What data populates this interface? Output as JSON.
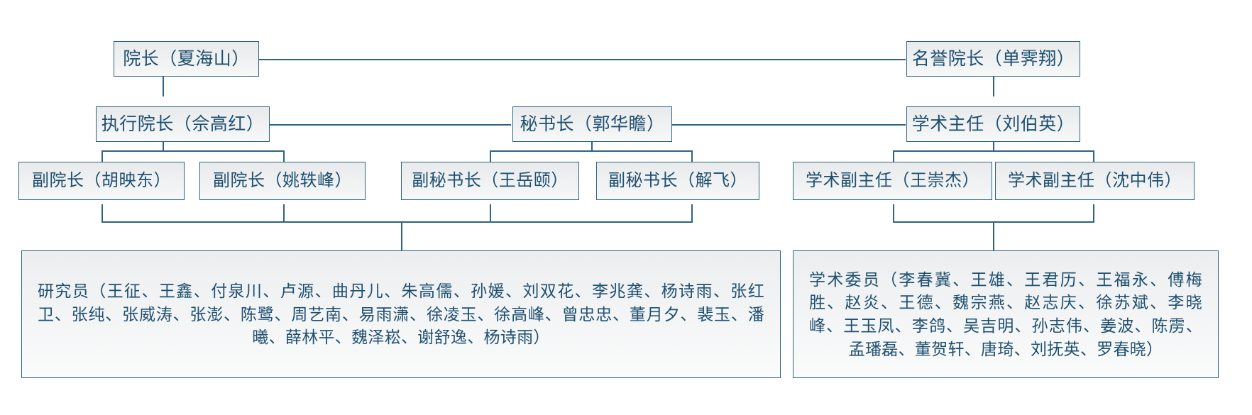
{
  "diagram": {
    "type": "organization-chart",
    "theme": {
      "border_color": "#2e6481",
      "text_color": "#1f5070",
      "box_fill_top": "#e8eaec",
      "box_fill_bottom": "#f7f8f8",
      "background": "#ffffff"
    },
    "levels": [
      {
        "level": 1,
        "nodes": [
          {
            "id": "dean",
            "label": "院长（夏海山）"
          },
          {
            "id": "honorary-dean",
            "label": "名誉院长（单霁翔）"
          }
        ]
      },
      {
        "level": 2,
        "nodes": [
          {
            "id": "executive-dean",
            "label": "执行院长（佘高红）"
          },
          {
            "id": "secretary-general",
            "label": "秘书长（郭华瞻）"
          },
          {
            "id": "academic-director",
            "label": "学术主任（刘伯英）"
          }
        ]
      },
      {
        "level": 3,
        "nodes": [
          {
            "id": "vice-dean-1",
            "label": "副院长（胡映东）"
          },
          {
            "id": "vice-dean-2",
            "label": "副院长（姚轶峰）"
          },
          {
            "id": "deputy-secretary-1",
            "label": "副秘书长（王岳颐）"
          },
          {
            "id": "deputy-secretary-2",
            "label": "副秘书长（解飞）"
          },
          {
            "id": "academic-vice-director-1",
            "label": "学术副主任（王崇杰）"
          },
          {
            "id": "academic-vice-director-2",
            "label": "学术副主任（沈中伟）"
          }
        ]
      },
      {
        "level": 4,
        "nodes": [
          {
            "id": "researchers",
            "label": "研究员（王征、王鑫、付泉川、卢源、曲丹儿、朱高儒、孙媛、刘双花、李兆龚、杨诗雨、张红卫、张纯、张威涛、张澎、陈鹭、周艺南、易雨潇、徐凌玉、徐高峰、曾忠忠、董月夕、裴玉、潘曦、薛林平、魏泽崧、谢舒逸、杨诗雨）",
            "members": [
              "王征",
              "王鑫",
              "付泉川",
              "卢源",
              "曲丹儿",
              "朱高儒",
              "孙媛",
              "刘双花",
              "李兆龚",
              "杨诗雨",
              "张红卫",
              "张纯",
              "张威涛",
              "张澎",
              "陈鹭",
              "周艺南",
              "易雨潇",
              "徐凌玉",
              "徐高峰",
              "曾忠忠",
              "董月夕",
              "裴玉",
              "潘曦",
              "薛林平",
              "魏泽崧",
              "谢舒逸",
              "杨诗雨"
            ]
          },
          {
            "id": "academic-committee",
            "label": "学术委员（李春冀、王雄、王君历、王福永、傅梅胜、赵炎、王德、魏宗燕、赵志庆、徐苏斌、李晓峰、王玉凤、李鸽、吴吉明、孙志伟、姜波、陈雳、孟璠磊、董贺轩、唐琦、刘抚英、罗春晓）",
            "members": [
              "李春冀",
              "王雄",
              "王君历",
              "王福永",
              "傅梅胜",
              "赵炎",
              "王德",
              "魏宗燕",
              "赵志庆",
              "徐苏斌",
              "李晓峰",
              "王玉凤",
              "李鸽",
              "吴吉明",
              "孙志伟",
              "姜波",
              "陈雳",
              "孟璠磊",
              "董贺轩",
              "唐琦",
              "刘抚英",
              "罗春晓"
            ]
          }
        ]
      }
    ]
  }
}
